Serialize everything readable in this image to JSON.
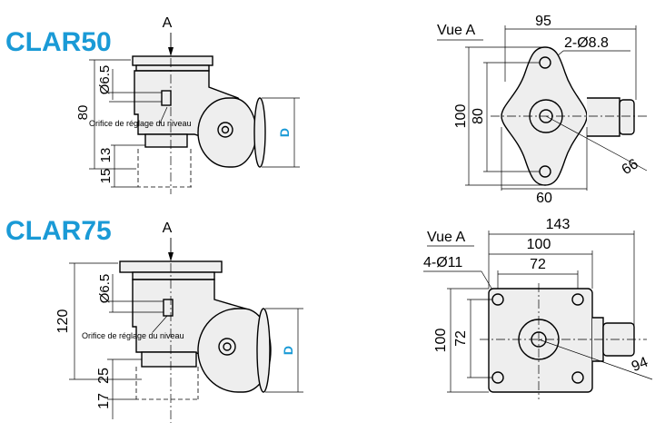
{
  "clar50": {
    "title": "CLAR50",
    "view_arrow_label": "A",
    "height_total": "80",
    "bolt_dia": "Ø6.5",
    "leveling_hole": "Orifice de réglage du niveau",
    "dim_13": "13",
    "dim_15": "15",
    "wheel_label": "D",
    "view_title": "Vue A",
    "width_95": "95",
    "holes": "2-Ø8.8",
    "height_100": "100",
    "height_80": "80",
    "width_60": "60",
    "radius_66": "66"
  },
  "clar75": {
    "title": "CLAR75",
    "view_arrow_label": "A",
    "height_total": "120",
    "bolt_dia": "Ø6.5",
    "leveling_hole": "Orifice de réglage du niveau",
    "dim_25": "25",
    "dim_17": "17",
    "wheel_label": "D",
    "view_title": "Vue A",
    "width_143": "143",
    "width_100": "100",
    "holes": "4-Ø11",
    "width_72": "72",
    "height_100": "100",
    "height_72": "72",
    "radius_94": "94"
  }
}
